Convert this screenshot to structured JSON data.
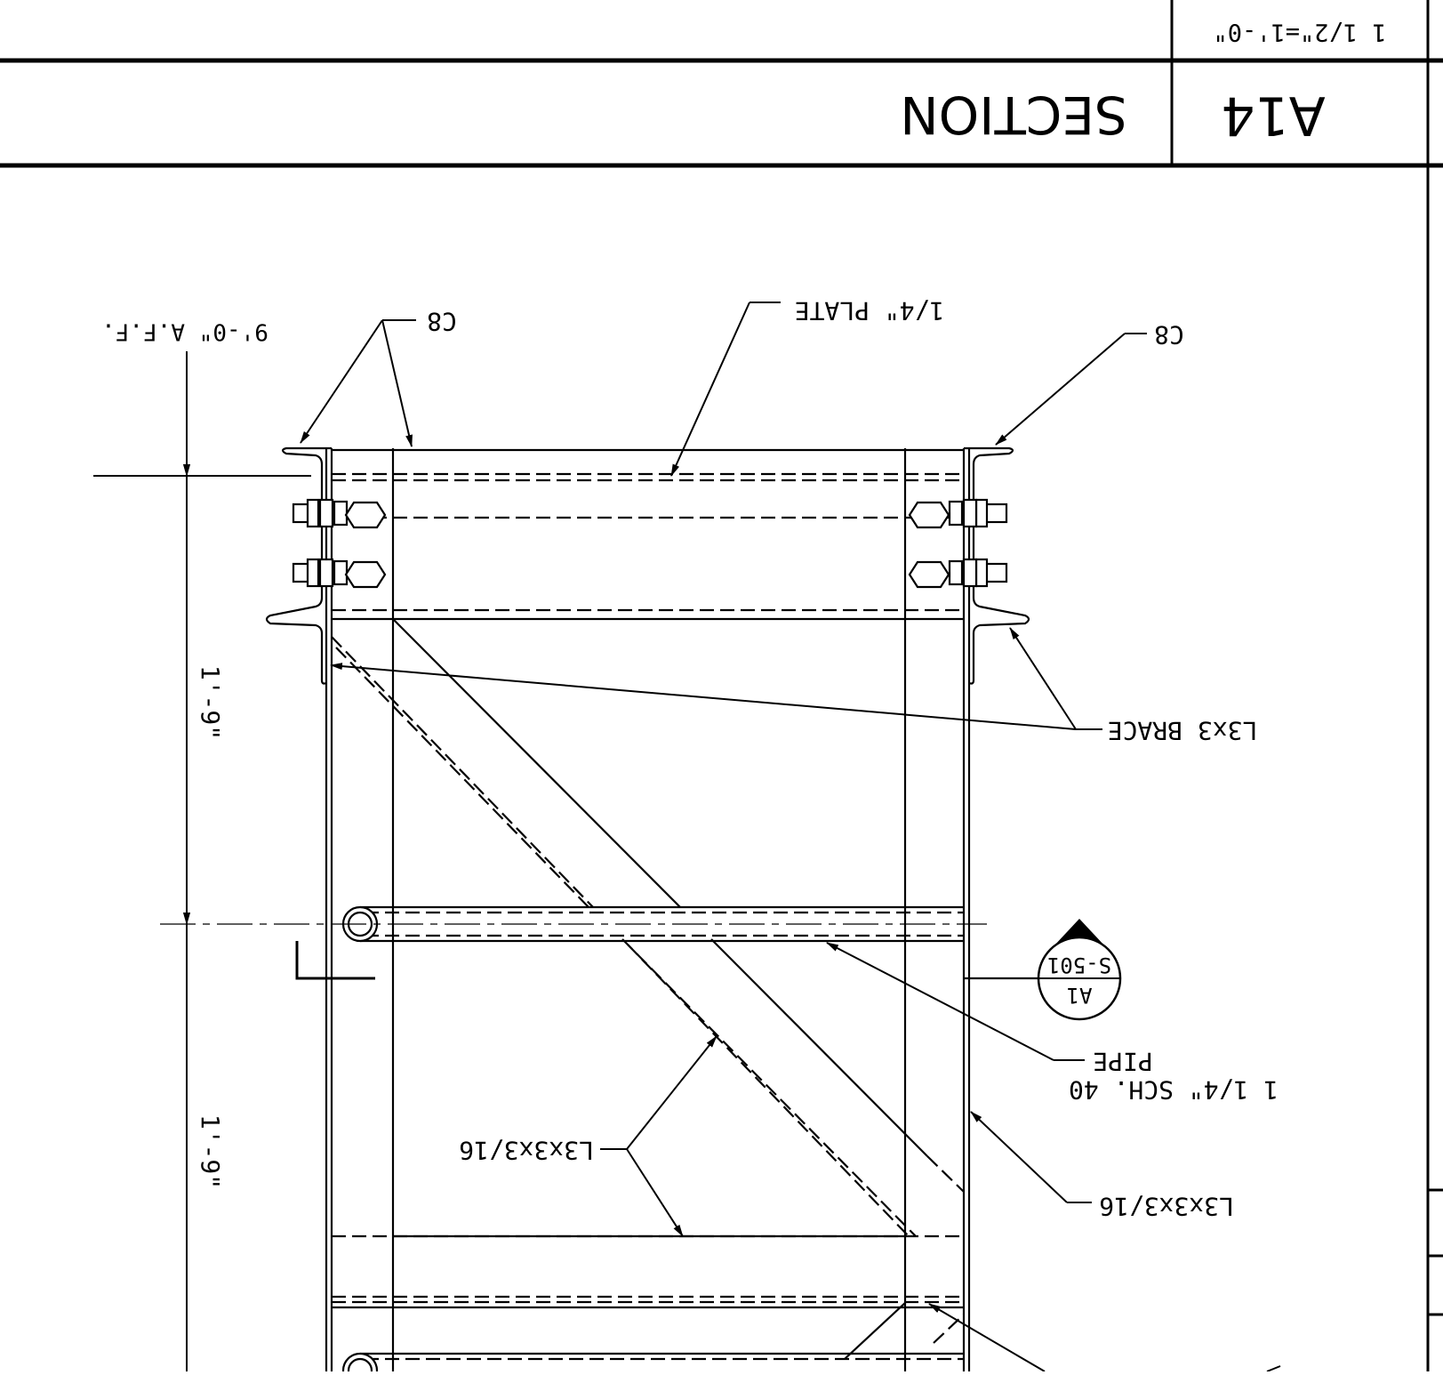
{
  "title_block": {
    "scale": "1 1/2\"=1'-0\"",
    "view_title": "SECTION",
    "detail_id": "A14"
  },
  "elevation_label": "9'-0\" A.F.F.",
  "dimensions": {
    "upper": "1'-9\"",
    "lower": "1'-9\""
  },
  "callouts": {
    "c8_left": "C8",
    "plate": "1/4\" PLATE",
    "c8_right": "C8",
    "brace": "L3x3 BRACE",
    "pipe_line1": "1 1/4\" SCH. 40",
    "pipe_line2": "PIPE",
    "angle_left": "L3x3x3/16",
    "angle_right": "L3x3x3/16"
  },
  "section_marker": {
    "detail": "A1",
    "sheet": "S-501"
  }
}
